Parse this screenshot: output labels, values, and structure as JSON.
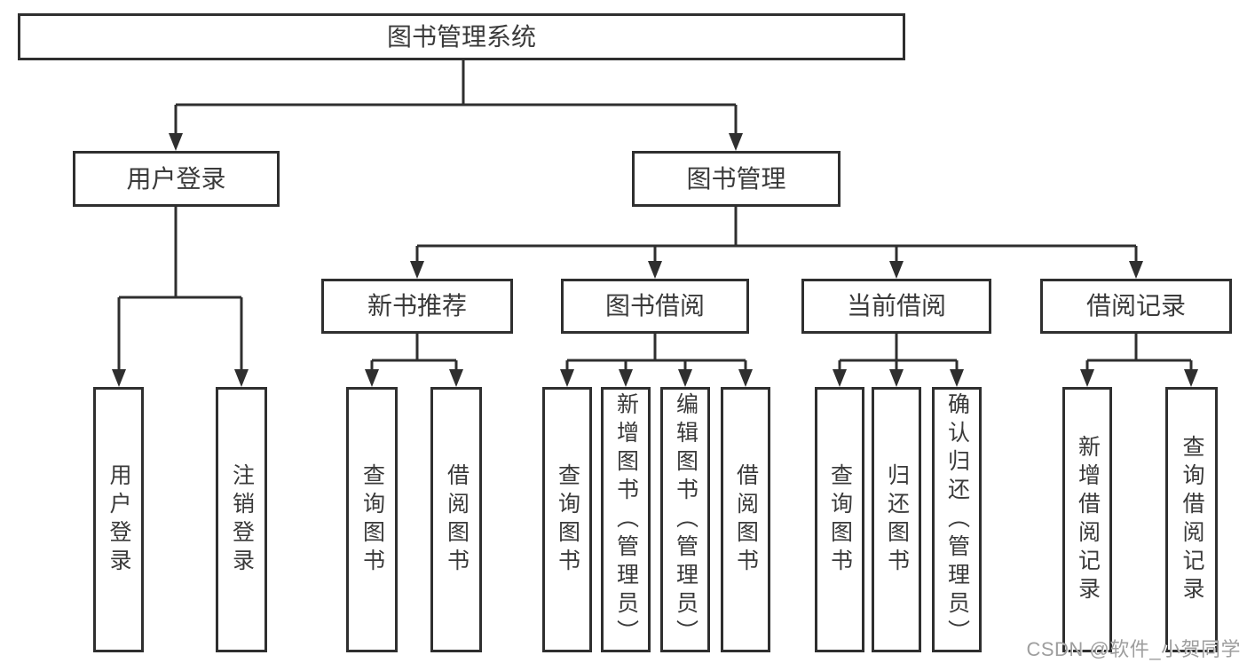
{
  "tree": {
    "label": "图书管理系统",
    "children": [
      {
        "label": "用户登录",
        "children": [
          {
            "label": "用户登录"
          },
          {
            "label": "注销登录"
          }
        ]
      },
      {
        "label": "图书管理",
        "children": [
          {
            "label": "新书推荐",
            "children": [
              {
                "label": "查询图书"
              },
              {
                "label": "借阅图书"
              }
            ]
          },
          {
            "label": "图书借阅",
            "children": [
              {
                "label": "查询图书"
              },
              {
                "label": "新增图书（管理员）"
              },
              {
                "label": "编辑图书（管理员）"
              },
              {
                "label": "借阅图书"
              }
            ]
          },
          {
            "label": "当前借阅",
            "children": [
              {
                "label": "查询图书"
              },
              {
                "label": "归还图书"
              },
              {
                "label": "确认归还（管理员）"
              }
            ]
          },
          {
            "label": "借阅记录",
            "children": [
              {
                "label": "新增借阅记录"
              },
              {
                "label": "查询借阅记录"
              }
            ]
          }
        ]
      }
    ]
  },
  "watermark": {
    "text": "CSDN @软件_小贺同学"
  },
  "colors": {
    "line": "#2f2f2f",
    "node_border": "#2f2f2f",
    "node_fill": "#ffffff",
    "node_text": "#3a3a3a",
    "watermark": "#9e9e9e",
    "background": "#ffffff"
  }
}
